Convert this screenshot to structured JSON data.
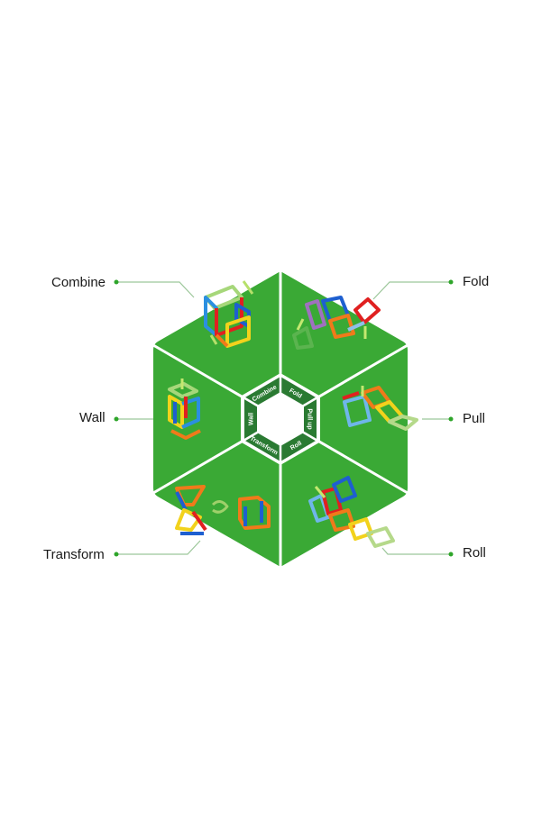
{
  "diagram": {
    "colors": {
      "hex_green": "#3aa935",
      "ring_green": "#2a7a32",
      "leader": "#9cc79a",
      "dot": "#2ea52a"
    },
    "segments": [
      {
        "id": "combine",
        "label": "Combine",
        "ring_label": "Combine"
      },
      {
        "id": "fold",
        "label": "Fold",
        "ring_label": "Fold"
      },
      {
        "id": "pull",
        "label": "Pull",
        "ring_label": "Pull up"
      },
      {
        "id": "roll",
        "label": "Roll",
        "ring_label": "Roll"
      },
      {
        "id": "transform",
        "label": "Transform",
        "ring_label": "Transform"
      },
      {
        "id": "wall",
        "label": "Wall",
        "ring_label": "Wall"
      }
    ]
  }
}
